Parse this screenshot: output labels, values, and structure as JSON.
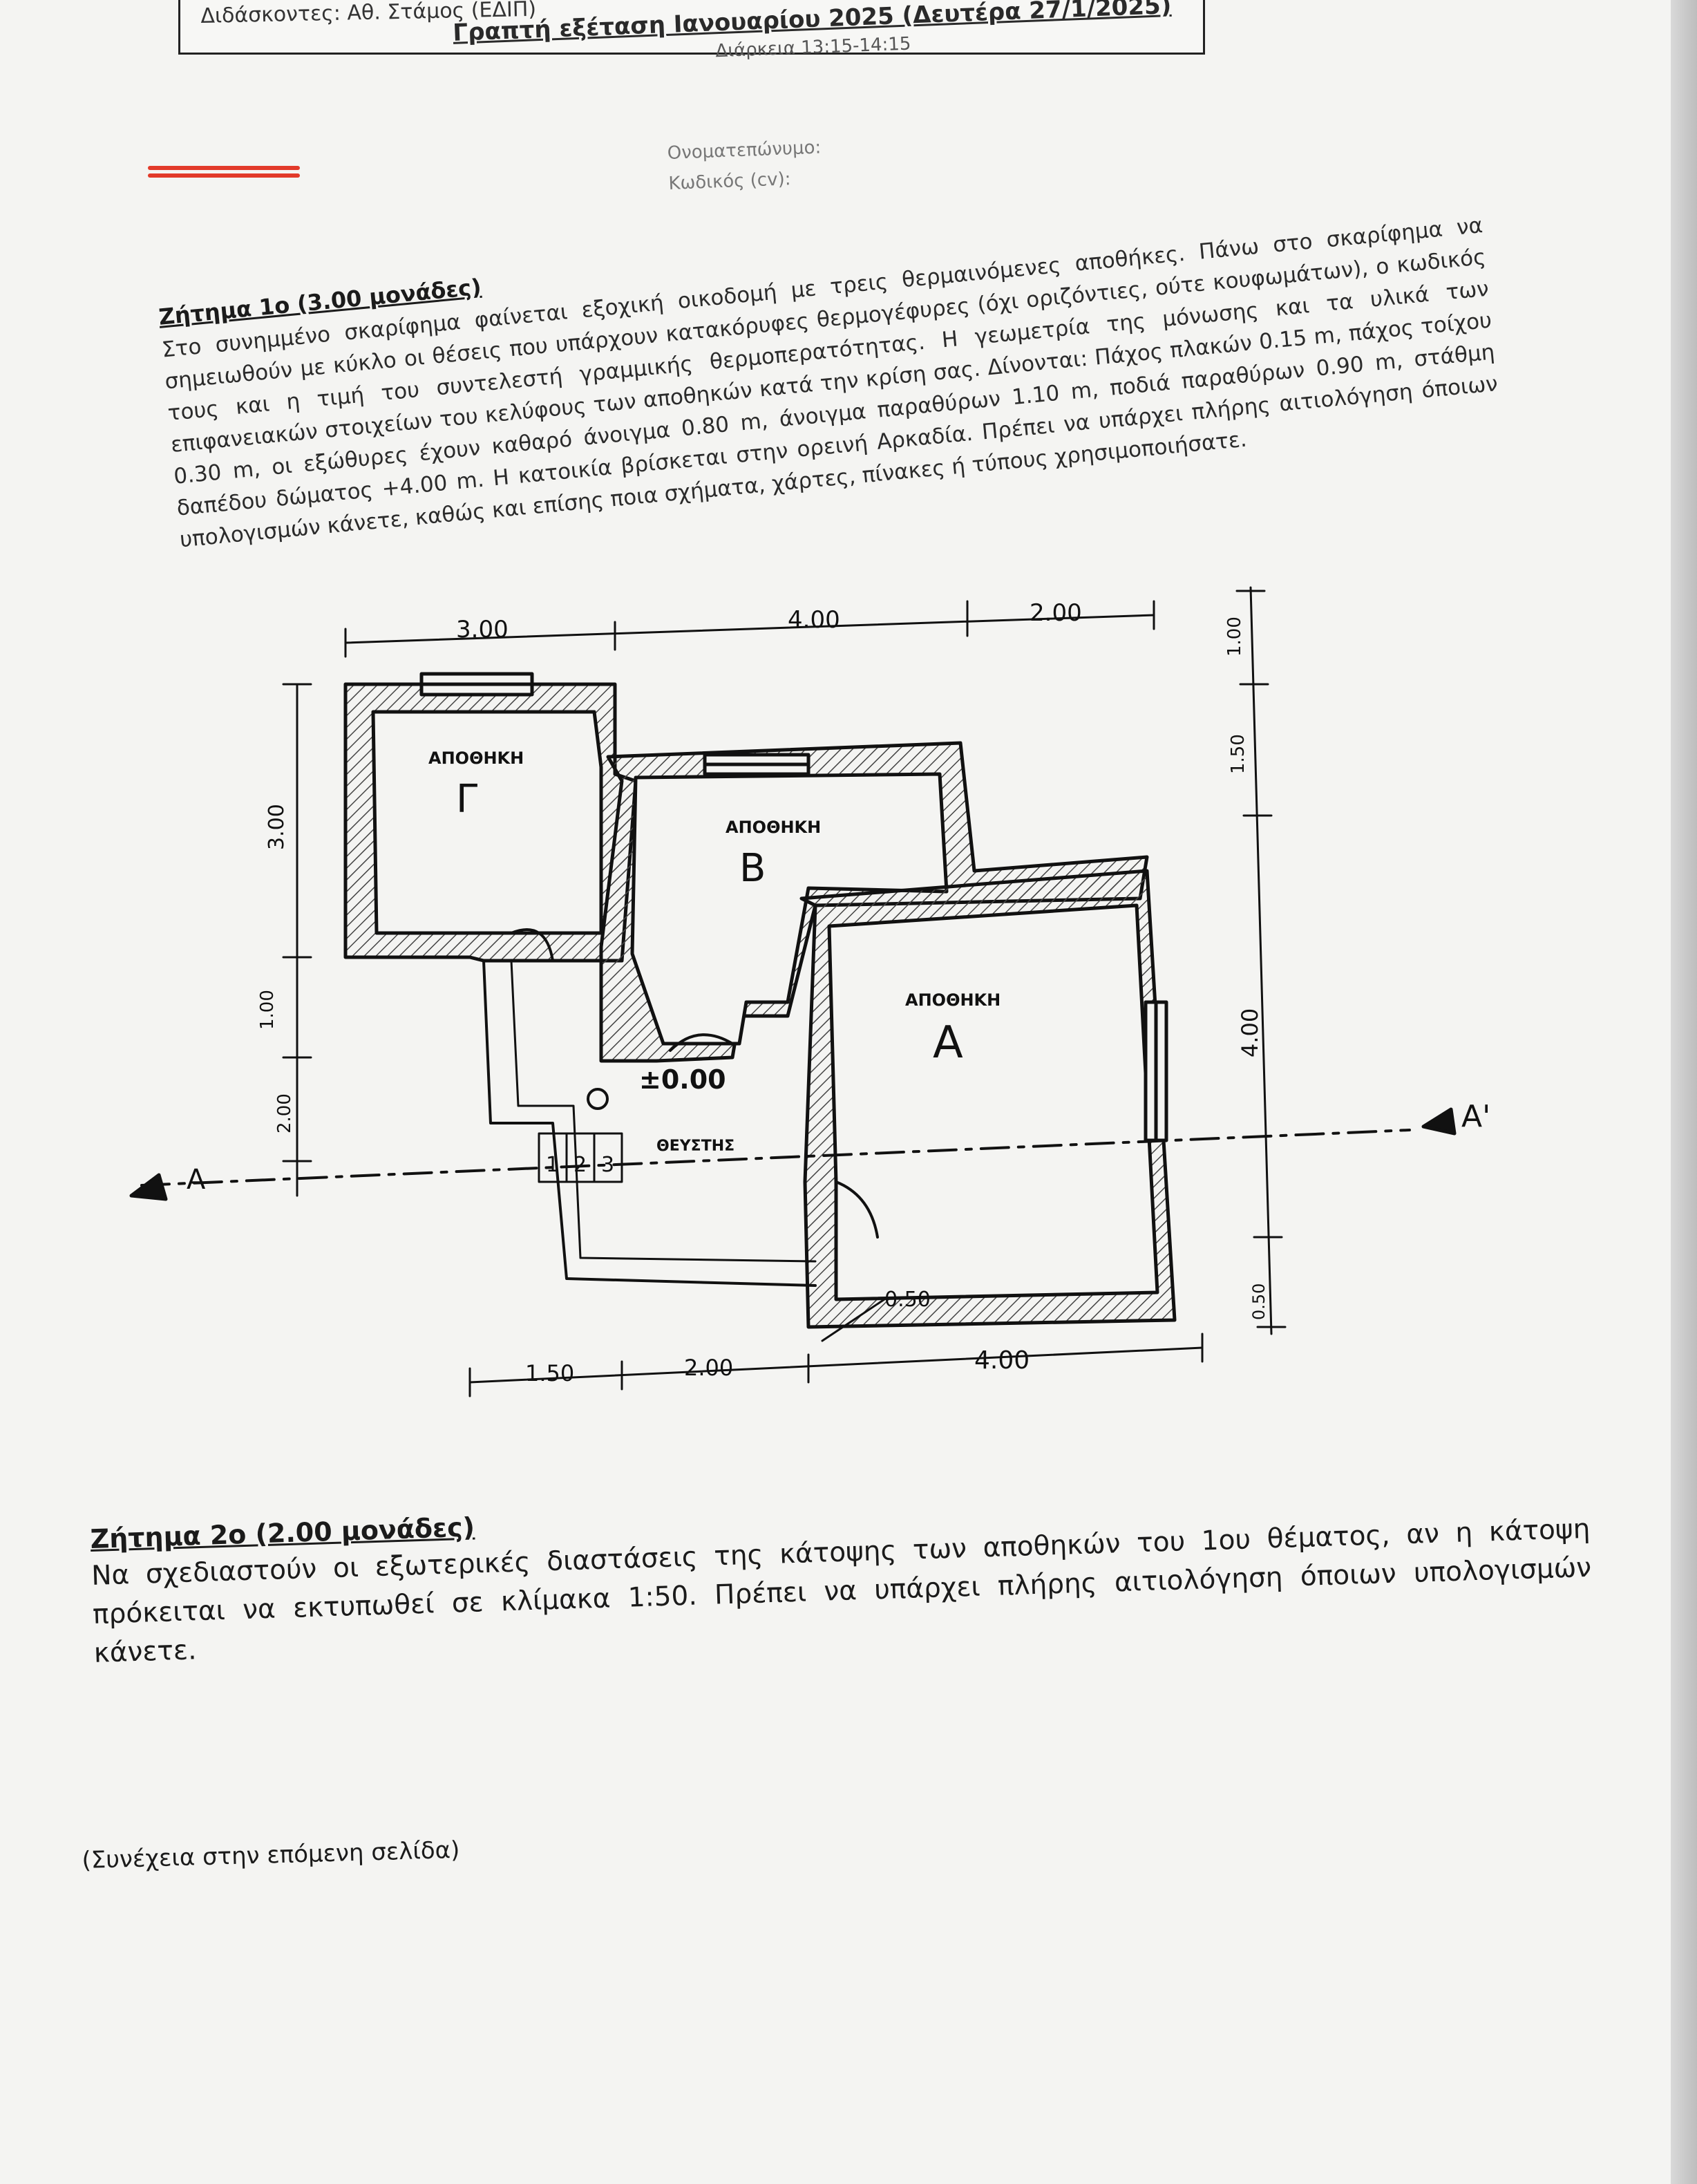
{
  "header": {
    "teachers": "Διδάσκοντες: Αθ. Στάμος (ΕΔΙΠ)",
    "exam_title": "Γραπτή εξέταση Ιανουαρίου 2025 (Δευτέρα 27/1/2025)",
    "duration": "Διάρκεια 13:15-14:15",
    "name_field": "Ονοματεπώνυμο:",
    "code_field": "Κωδικός (cv):"
  },
  "q1": {
    "title": "Ζήτημα 1ο (3.00 μονάδες)",
    "body": "Στο συνημμένο σκαρίφημα φαίνεται εξοχική οικοδομή με τρεις θερμαινόμενες αποθήκες. Πάνω στο σκαρίφημα να σημειωθούν με κύκλο οι θέσεις που υπάρχουν κατακόρυφες θερμογέφυρες (όχι οριζόντιες, ούτε κουφωμάτων), ο κωδικός τους και η τιμή του συντελεστή γραμμικής θερμοπερατότητας. Η γεωμετρία της μόνωσης και τα υλικά των επιφανειακών στοιχείων του κελύφους των αποθηκών κατά την κρίση σας. Δίνονται: Πάχος πλακών 0.15 m, πάχος τοίχου 0.30 m, οι εξώθυρες έχουν καθαρό άνοιγμα 0.80 m, άνοιγμα παραθύρων 1.10 m, ποδιά παραθύρων 0.90 m, στάθμη δαπέδου δώματος +4.00 m. Η κατοικία βρίσκεται στην ορεινή Αρκαδία. Πρέπει να υπάρχει πλήρης αιτιολόγηση όποιων υπολογισμών κάνετε, καθώς και επίσης ποια σχήματα, χάρτες, πίνακες ή τύπους χρησιμοποιήσατε."
  },
  "plan": {
    "room_g_label": "ΑΠΟΘΗΚΗ",
    "room_g_letter": "Γ",
    "room_b_label": "ΑΠΟΘΗΚΗ",
    "room_b_letter": "Β",
    "room_a_label": "ΑΠΟΘΗΚΗ",
    "room_a_letter": "Α",
    "lobby_label": "ΘΕΥΣΤΗΣ",
    "level": "±0.00",
    "steps": [
      "1",
      "2",
      "3"
    ],
    "section_left": "Α",
    "section_right": "Α'",
    "dim_top": [
      "3.00",
      "4.00",
      "2.00"
    ],
    "dim_bottom": [
      "1.50",
      "2.00",
      "4.00"
    ],
    "dim_left": [
      "3.00",
      "1.00",
      "2.00"
    ],
    "dim_right": [
      "1.00",
      "1.50",
      "4.00",
      "0.50"
    ],
    "dim_note": "0.50"
  },
  "q2": {
    "title": "Ζήτημα 2ο (2.00 μονάδες)",
    "body": "Να σχεδιαστούν οι εξωτερικές διαστάσεις της κάτοψης των αποθηκών του 1ου θέματος, αν η κάτοψη πρόκειται να εκτυπωθεί σε κλίμακα 1:50. Πρέπει να υπάρχει πλήρης αιτιολόγηση όποιων υπολογισμών κάνετε."
  },
  "footer": {
    "continue": "(Συνέχεια στην επόμενη σελίδα)"
  }
}
